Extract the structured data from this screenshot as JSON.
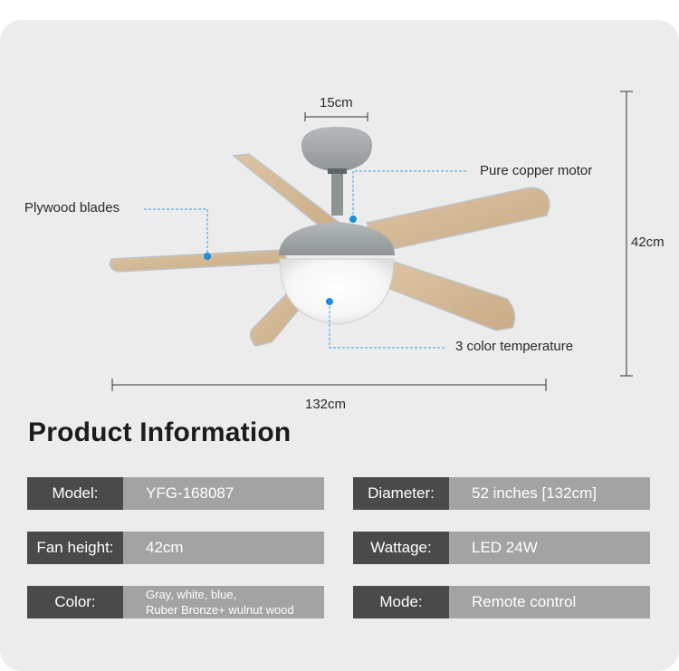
{
  "colors": {
    "panel": "#ececec",
    "key_bg": "#4a4a4a",
    "value_bg": "#a3a3a3",
    "wood": "#d2b896",
    "fan_gray": "#a6abae",
    "callout_blue": "#3a9fd6"
  },
  "diagram": {
    "width_top": "15cm",
    "width_bottom": "132cm",
    "height_right": "42cm",
    "callouts": {
      "motor": "Pure copper motor",
      "blades": "Plywood blades",
      "light": "3 color temperature"
    }
  },
  "product": {
    "title": "Product Information",
    "rows": [
      {
        "key": "Model:",
        "value": "YFG-168087"
      },
      {
        "key": "Diameter:",
        "value": "52 inches [132cm]"
      },
      {
        "key": "Fan height:",
        "value": "42cm"
      },
      {
        "key": "Wattage:",
        "value": "LED 24W"
      },
      {
        "key": "Color:",
        "value_line1": "Gray, white, blue,",
        "value_line2": "Ruber Bronze+ wulnut wood"
      },
      {
        "key": "Mode:",
        "value": "Remote control"
      }
    ]
  }
}
